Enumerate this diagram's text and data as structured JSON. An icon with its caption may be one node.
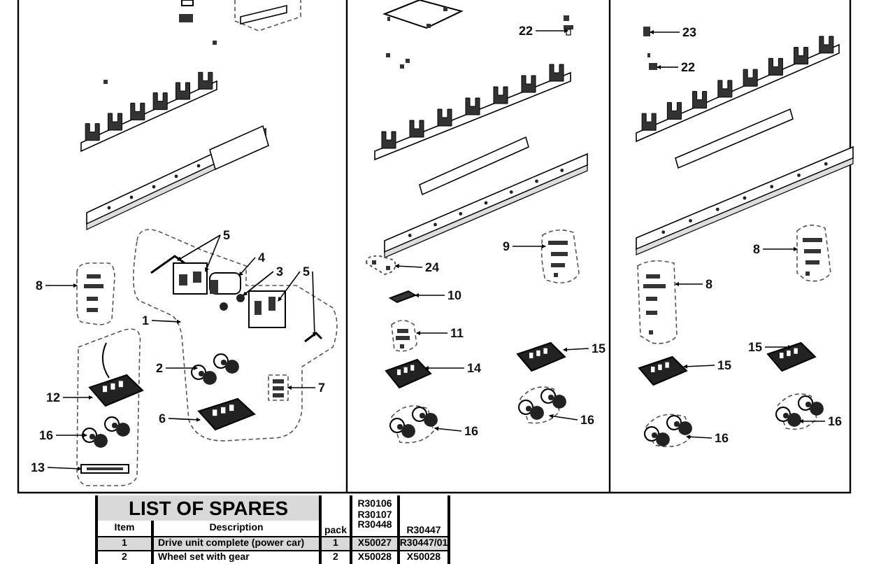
{
  "diagram": {
    "nodes": [
      {
        "text": [
          "22"
        ]
      },
      {
        "text": [
          "23"
        ]
      },
      {
        "text": [
          "22"
        ]
      },
      {
        "text": [
          "5"
        ]
      },
      {
        "text": [
          "4"
        ]
      },
      {
        "text": [
          "9"
        ]
      },
      {
        "text": [
          "8"
        ]
      },
      {
        "text": [
          "3"
        ]
      },
      {
        "text": [
          "24"
        ]
      },
      {
        "text": [
          "5"
        ]
      },
      {
        "text": [
          "8"
        ]
      },
      {
        "text": [
          "8"
        ]
      },
      {
        "text": [
          "10"
        ]
      },
      {
        "text": [
          "1"
        ]
      },
      {
        "text": [
          "11"
        ]
      },
      {
        "text": [
          "15"
        ]
      },
      {
        "text": [
          "15"
        ]
      },
      {
        "text": [
          "2"
        ]
      },
      {
        "text": [
          "14"
        ]
      },
      {
        "text": [
          "15"
        ]
      },
      {
        "text": [
          "7"
        ]
      },
      {
        "text": [
          "12"
        ]
      },
      {
        "text": [
          "6"
        ]
      },
      {
        "text": [
          "16"
        ]
      },
      {
        "text": [
          "16"
        ]
      },
      {
        "text": [
          "16"
        ]
      },
      {
        "text": [
          "16"
        ]
      },
      {
        "text": [
          "16"
        ]
      },
      {
        "text": [
          "13"
        ]
      },
      {
        "text": [],
        "shape": "picture",
        "in": 46
      },
      {
        "text": [],
        "shape": "picture",
        "in": 46
      },
      {
        "text": [],
        "shape": "picture",
        "in": 46
      },
      {
        "text": [],
        "shape": "picture",
        "in": 46
      },
      {
        "text": [],
        "shape": "picture",
        "in": 46
      },
      {
        "text": [],
        "shape": "picture"
      },
      {
        "text": [],
        "shape": "picture"
      },
      {
        "text": [],
        "shape": "picture",
        "in": 46
      },
      {
        "text": [],
        "shape": "picture"
      },
      {
        "text": [],
        "shape": "picture"
      },
      {
        "text": [],
        "shape": "picture"
      },
      {
        "text": [],
        "shape": "picture"
      },
      {
        "text": [],
        "shape": "picture"
      },
      {
        "text": [],
        "shape": "picture"
      },
      {
        "text": [],
        "shape": "picture"
      },
      {
        "text": [],
        "shape": "picture"
      },
      {
        "text": [],
        "shape": "picture"
      },
      {
        "text": [],
        "shape": "box"
      },
      {
        "text": [],
        "shape": "picture"
      },
      {
        "text": [],
        "shape": "picture"
      },
      {
        "text": [],
        "shape": "picture"
      },
      {
        "text": [],
        "shape": "picture",
        "in": 46
      },
      {
        "text": [],
        "shape": "picture"
      },
      {
        "text": [],
        "shape": "picture",
        "in": 46
      },
      {
        "text": [],
        "shape": "picture",
        "in": 60
      },
      {
        "text": [],
        "shape": "picture",
        "in": 46
      },
      {
        "text": [],
        "shape": "picture"
      },
      {
        "text": [],
        "shape": "picture"
      },
      {
        "text": [],
        "shape": "picture",
        "in": 60
      },
      {
        "text": [],
        "shape": "picture"
      },
      {
        "text": [],
        "shape": "picture",
        "in": 60
      },
      {
        "text": [],
        "shape": "box"
      }
    ],
    "edges": [
      {
        "from": 0,
        "to": 37,
        "arrow": "to"
      },
      {
        "from": 1,
        "to": 38,
        "arrow": "to"
      },
      {
        "from": 2,
        "to": 39,
        "arrow": "to"
      },
      {
        "from": 3,
        "to": 29,
        "arrow": "to"
      },
      {
        "from": 3,
        "to": 30,
        "arrow": "to"
      },
      {
        "from": 4,
        "to": 31,
        "arrow": "to"
      },
      {
        "from": 5,
        "to": 40,
        "arrow": "to"
      },
      {
        "from": 6,
        "to": 41,
        "arrow": "to"
      },
      {
        "from": 7,
        "to": 32,
        "arrow": "to"
      },
      {
        "from": 8,
        "to": 42,
        "arrow": "to"
      },
      {
        "from": 9,
        "to": 33,
        "arrow": "to"
      },
      {
        "from": 9,
        "to": 36,
        "arrow": "to"
      },
      {
        "from": 10,
        "to": 43,
        "arrow": "to"
      },
      {
        "from": 11,
        "to": 44,
        "arrow": "to"
      },
      {
        "from": 12,
        "to": 45,
        "arrow": "to"
      },
      {
        "from": 13,
        "to": 46,
        "arrow": "to"
      },
      {
        "from": 14,
        "to": 47,
        "arrow": "to"
      },
      {
        "from": 15,
        "to": 48,
        "arrow": "to"
      },
      {
        "from": 16,
        "to": 49,
        "arrow": "to"
      },
      {
        "from": 17,
        "to": 50,
        "arrow": "to"
      },
      {
        "from": 18,
        "to": 34,
        "arrow": "to"
      },
      {
        "from": 19,
        "to": 51,
        "arrow": "to"
      },
      {
        "from": 20,
        "to": 52,
        "arrow": "to"
      },
      {
        "from": 21,
        "to": 53,
        "arrow": "to"
      },
      {
        "from": 22,
        "to": 54,
        "arrow": "to"
      },
      {
        "from": 23,
        "to": 55,
        "arrow": "to"
      },
      {
        "from": 24,
        "to": 56,
        "arrow": "to"
      },
      {
        "from": 25,
        "to": 57,
        "arrow": "to"
      },
      {
        "from": 26,
        "to": 35,
        "arrow": "to"
      },
      {
        "from": 27,
        "to": 58,
        "arrow": "to"
      },
      {
        "from": 28,
        "to": 59,
        "arrow": "to"
      }
    ],
    "labels": [
      "LIST OF SPARES",
      "Item",
      "Description",
      "pack",
      "R30106 R30107 R30448",
      "R30447",
      "1",
      "Drive unit complete (power car)",
      "1",
      "X50027",
      "R30447/01",
      "2",
      "Wheel set with gear",
      "2",
      "X50028",
      "X50028"
    ]
  }
}
